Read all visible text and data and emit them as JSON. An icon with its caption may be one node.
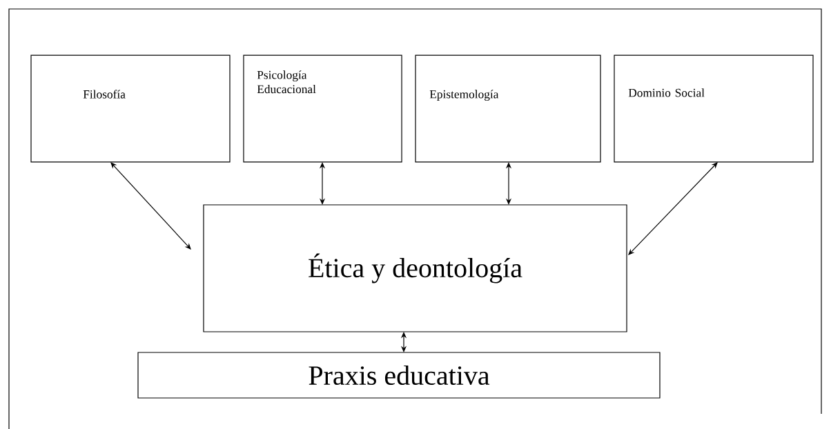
{
  "diagram": {
    "nodes": [
      {
        "text": [
          "Filosofía"
        ]
      },
      {
        "text": [
          "Psicología Educacional"
        ]
      },
      {
        "text": [
          "Epistemología"
        ]
      },
      {
        "text": [
          "Dominio Social"
        ]
      },
      {
        "text": [
          "Ética y deontología"
        ]
      },
      {
        "text": [
          "Praxis educativa"
        ]
      }
    ],
    "edges": [
      {
        "from": 0,
        "to": 4,
        "arrow": "both"
      },
      {
        "from": 1,
        "to": 4,
        "arrow": "both"
      },
      {
        "from": 2,
        "to": 4,
        "arrow": "both"
      },
      {
        "from": 3,
        "to": 4,
        "arrow": "both"
      },
      {
        "from": 4,
        "to": 5,
        "arrow": "both"
      }
    ]
  }
}
